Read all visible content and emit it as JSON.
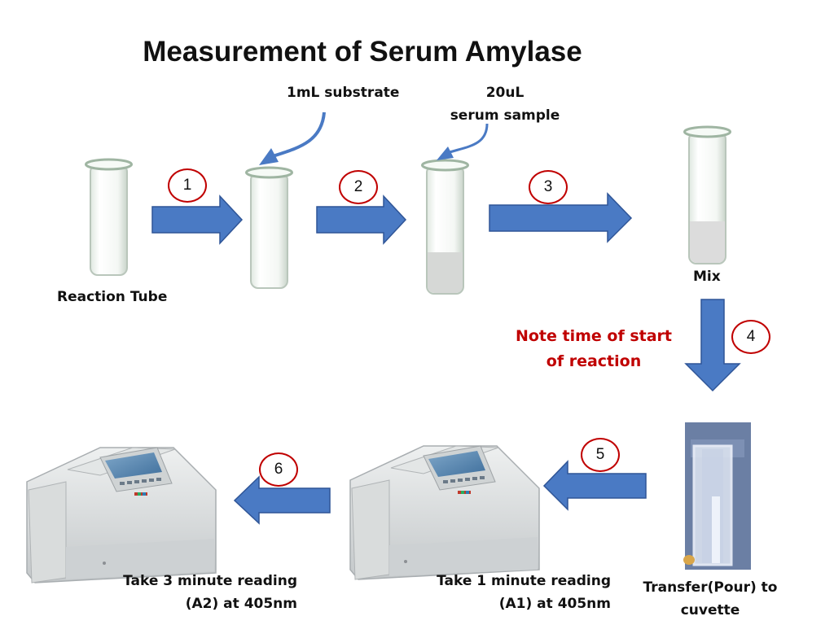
{
  "title": "Measurement of Serum Amylase",
  "labels": {
    "substrate": "1mL  substrate",
    "serum_line1": "20uL",
    "serum_line2": "serum sample",
    "reaction_tube": "Reaction Tube",
    "mix": "Mix",
    "note_line1": "Note time of start",
    "note_line2": "of reaction",
    "transfer_line1": "Transfer(Pour) to",
    "transfer_line2": "cuvette",
    "reading1_line1": "Take 1 minute reading",
    "reading1_line2": "(A1) at 405nm",
    "reading3_line1": "Take 3 minute reading",
    "reading3_line2": "(A2)  at 405nm"
  },
  "steps": [
    "1",
    "2",
    "3",
    "4",
    "5",
    "6"
  ],
  "colors": {
    "arrow_fill": "#4a7ac4",
    "arrow_stroke": "#2f5597",
    "step_border": "#c00000",
    "note_text": "#c00000"
  }
}
